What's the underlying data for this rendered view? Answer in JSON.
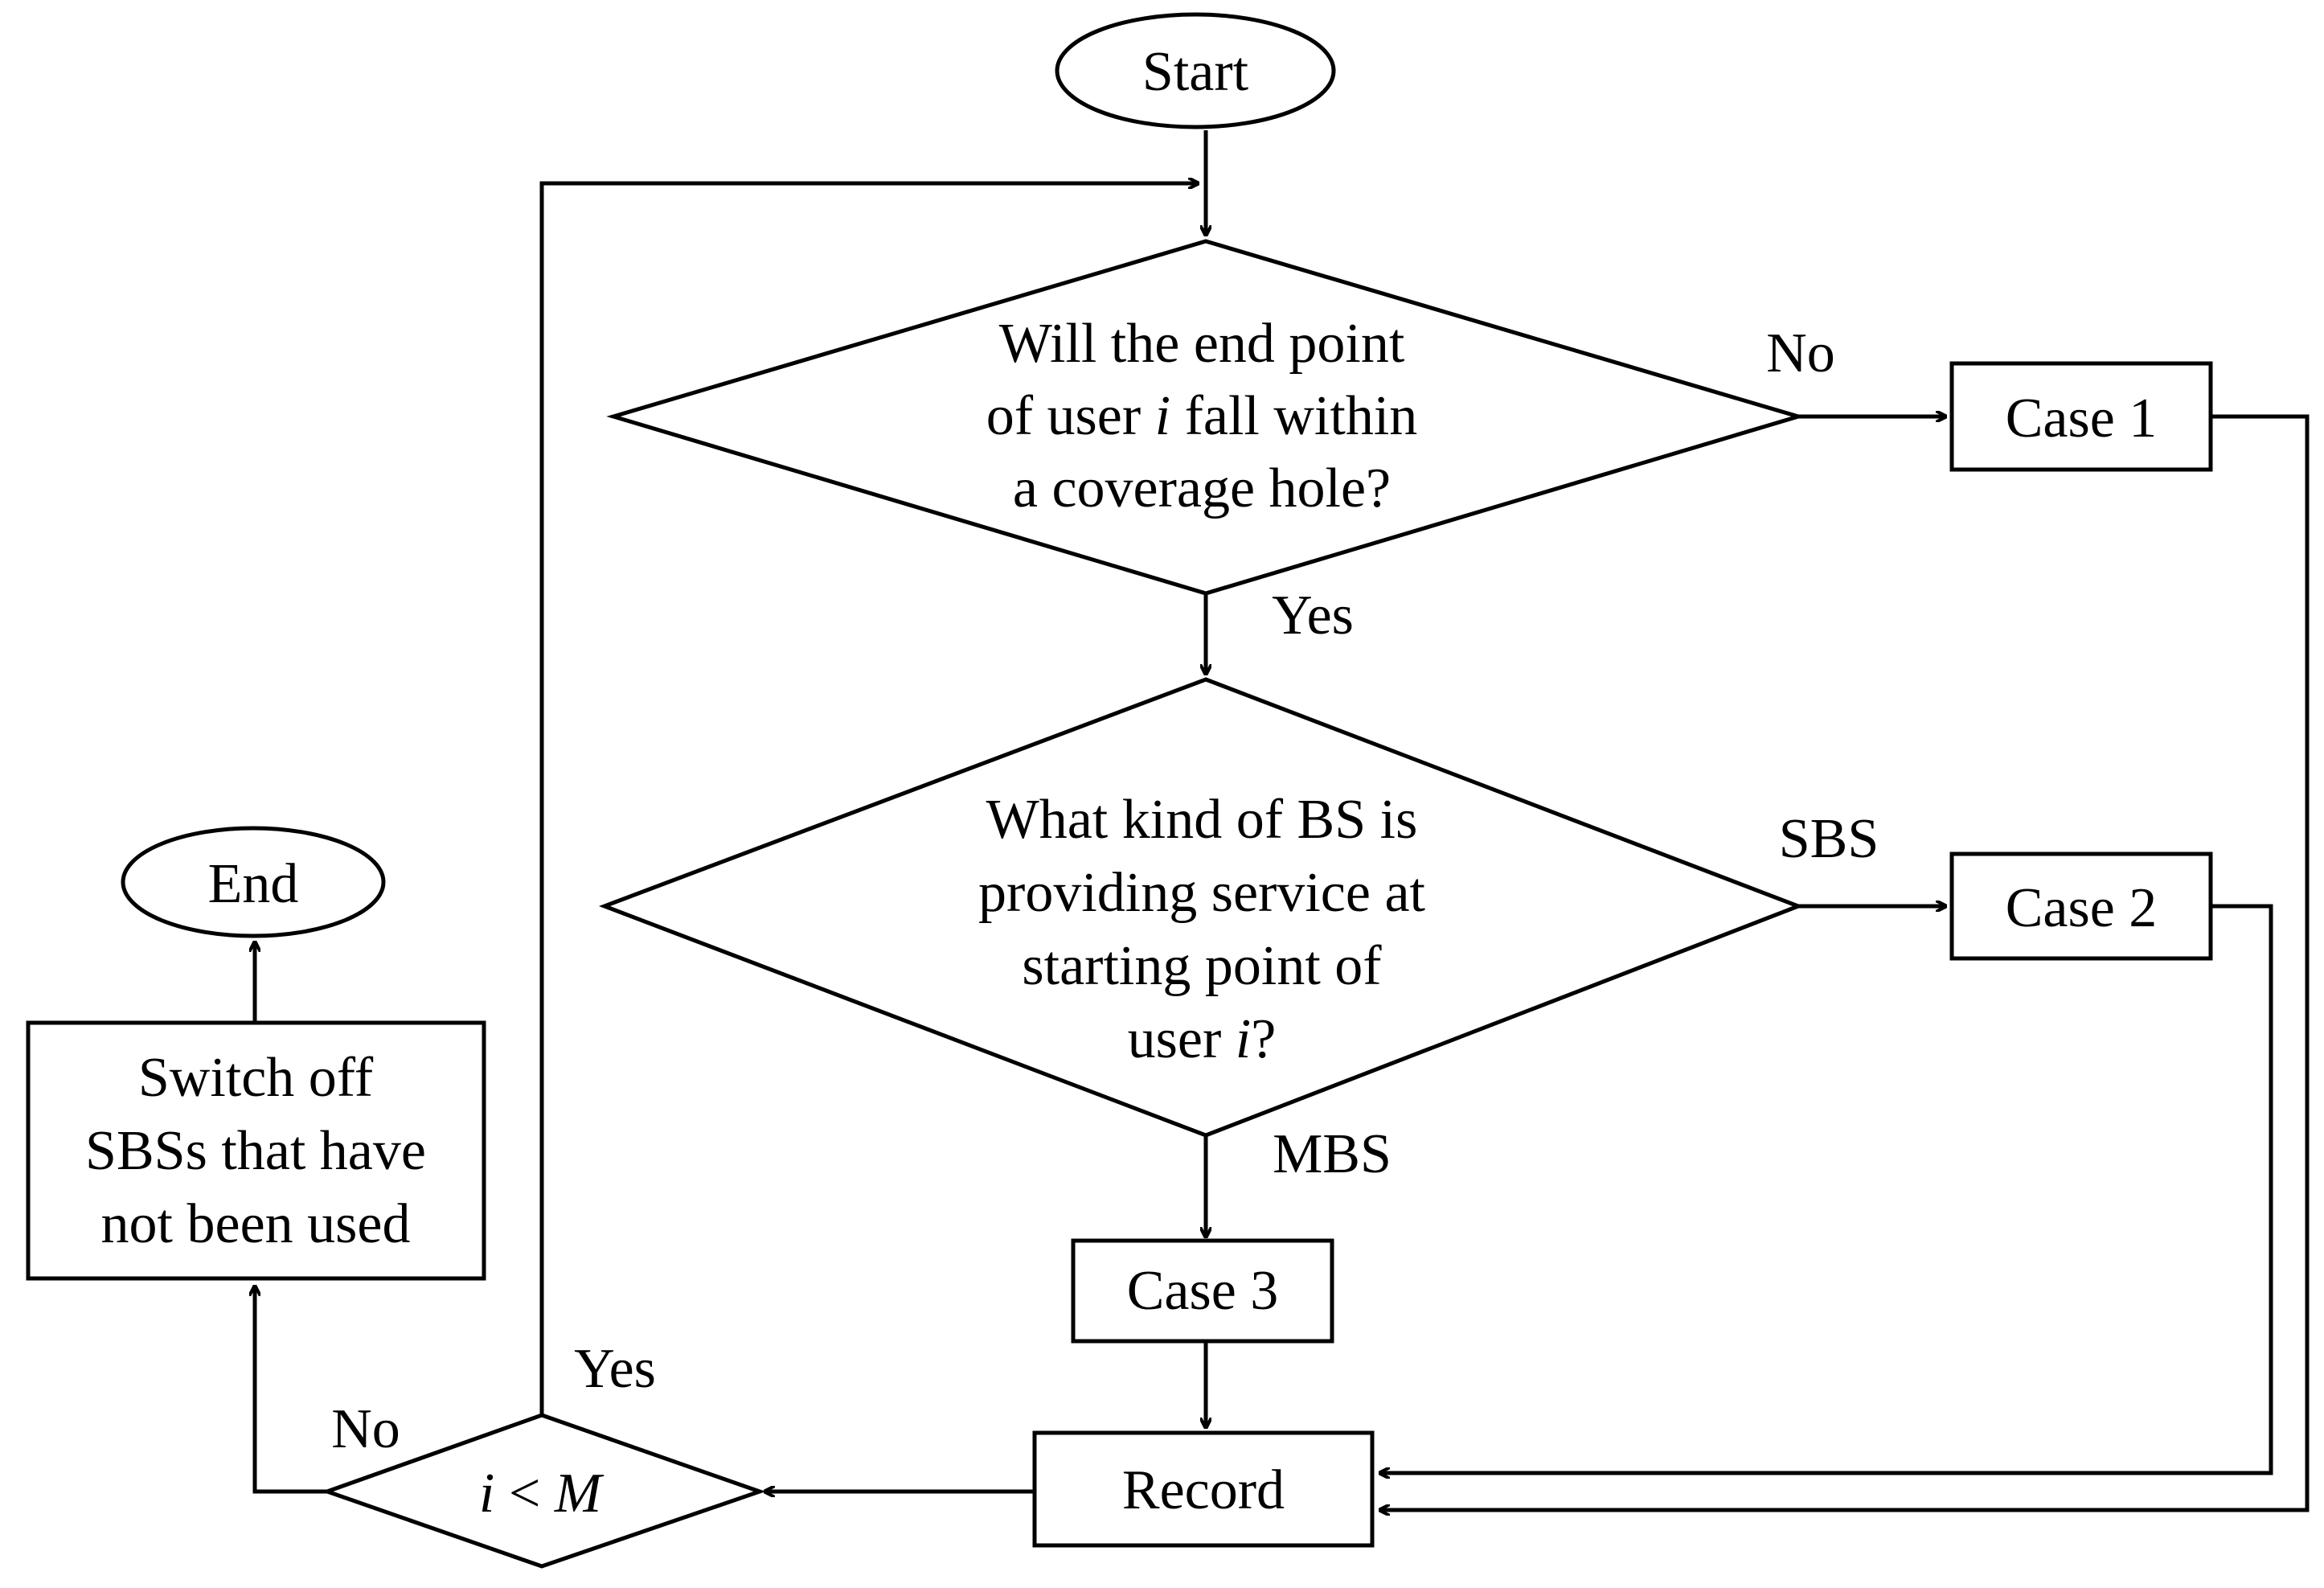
{
  "nodes": {
    "start": "Start",
    "end": "End",
    "decision1": {
      "line1": "Will the end point",
      "line2_pre": "of user ",
      "line2_var": "i",
      "line2_post": " fall within",
      "line3": "a coverage hole?"
    },
    "decision2": {
      "line1": "What kind of BS is",
      "line2": "providing service at",
      "line3": "starting point of",
      "line4_pre": "user ",
      "line4_var": "i",
      "line4_post": "?"
    },
    "case1": "Case 1",
    "case2": "Case 2",
    "case3": "Case 3",
    "record": "Record",
    "loop_check": {
      "var": "i",
      "op": " < ",
      "bound": "M"
    },
    "switch_off": {
      "line1": "Switch off",
      "line2": "SBSs that have",
      "line3": "not been used"
    }
  },
  "edges": {
    "d1_no": "No",
    "d1_yes": "Yes",
    "d2_sbs": "SBS",
    "d2_mbs": "MBS",
    "loop_yes": "Yes",
    "loop_no": "No"
  }
}
